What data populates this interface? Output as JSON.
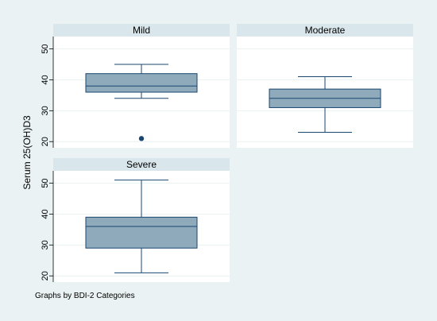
{
  "colors": {
    "outer_background": "#eaf2f3",
    "plot_background": "#ffffff",
    "strip_background": "#d9e6eb",
    "box_fill": "#8eaabb",
    "box_stroke": "#1a476f",
    "whisker": "#1a476f",
    "outlier": "#1a476f",
    "gridline": "#eaf2f3",
    "text": "#000000"
  },
  "chart_data": {
    "type": "box",
    "ylabel": "Serum 25(OH)D3",
    "note": "Graphs by BDI-2 Categories",
    "ylim": [
      18,
      54
    ],
    "yticks": [
      20,
      30,
      40,
      50
    ],
    "grid": true,
    "panels": [
      {
        "name": "Mild",
        "min": 34,
        "q1": 36,
        "median": 38,
        "q3": 42,
        "max": 45,
        "outliers": [
          21
        ]
      },
      {
        "name": "Moderate",
        "min": 23,
        "q1": 31,
        "median": 34,
        "q3": 37,
        "max": 41,
        "outliers": []
      },
      {
        "name": "Severe",
        "min": 21,
        "q1": 29,
        "median": 36,
        "q3": 39,
        "max": 51,
        "outliers": []
      }
    ]
  }
}
